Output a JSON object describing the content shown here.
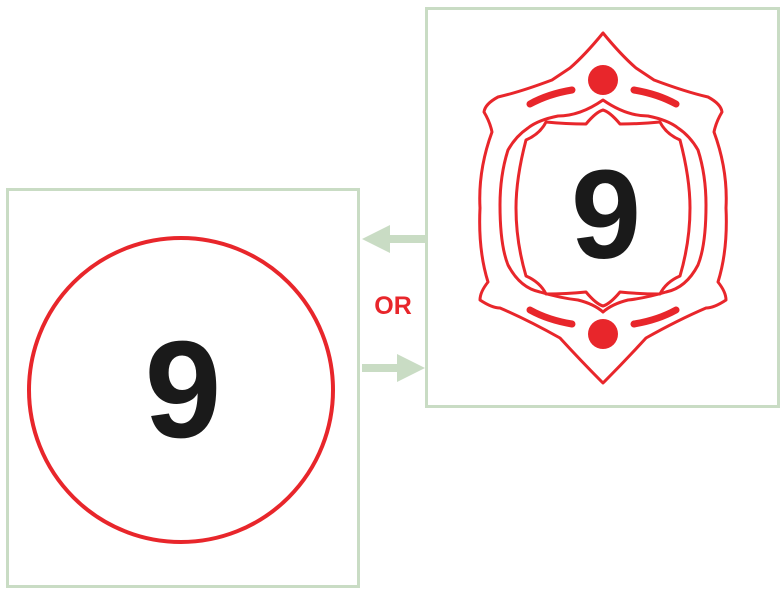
{
  "left_option": {
    "number": "9",
    "shape": "circle"
  },
  "right_option": {
    "number": "9",
    "shape": "ornate-frame"
  },
  "connector": {
    "label": "OR"
  },
  "colors": {
    "accent": "#e8262b",
    "number": "#1a1a1a",
    "panel_border": "#c9dcc4",
    "arrow": "#c9dcc4"
  }
}
